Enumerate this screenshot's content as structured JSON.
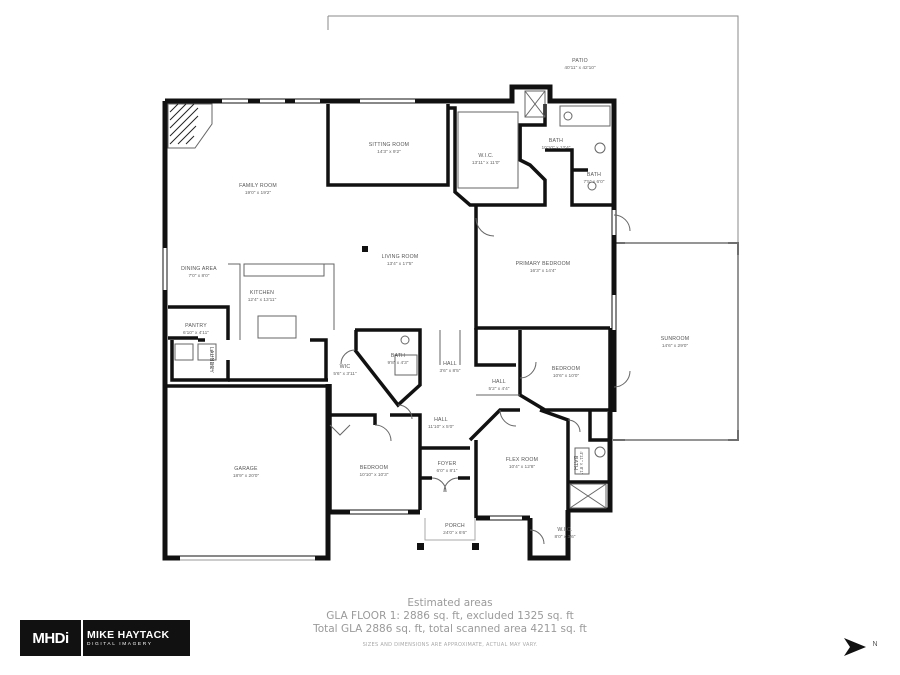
{
  "rooms": {
    "patio": {
      "name": "PATIO",
      "dim": "40'11\" x 42'10\""
    },
    "family_room": {
      "name": "FAMILY ROOM",
      "dim": "19'0\" x 19'2\""
    },
    "sitting_room": {
      "name": "SITTING ROOM",
      "dim": "14'3\" x 9'2\""
    },
    "wic_primary": {
      "name": "W.I.C.",
      "dim": "13'11\" x 11'0\""
    },
    "bath_primary": {
      "name": "BATH",
      "dim": "10'10\" x 12'4\""
    },
    "bath_small": {
      "name": "BATH",
      "dim": "7'5\" x 6'0\""
    },
    "dining_area": {
      "name": "DINING AREA",
      "dim": "7'0\" x 8'0\""
    },
    "living_room": {
      "name": "LIVING ROOM",
      "dim": "13'4\" x 17'5\""
    },
    "primary_bed": {
      "name": "PRIMARY BEDROOM",
      "dim": "16'3\" x 14'4\""
    },
    "kitchen": {
      "name": "KITCHEN",
      "dim": "12'4\" x 13'11\""
    },
    "sunroom": {
      "name": "SUNROOM",
      "dim": "14'6\" x 29'0\""
    },
    "pantry": {
      "name": "PANTRY",
      "dim": "6'10\" x 4'11\""
    },
    "laundry": {
      "name": "LAUNDRY",
      "dim": "5'7\" x 6'1\""
    },
    "bath_hall": {
      "name": "BATH",
      "dim": "9'8\" x 4'3\""
    },
    "wic_small": {
      "name": "WIC",
      "dim": "5'6\" x 3'11\""
    },
    "hall_1": {
      "name": "HALL",
      "dim": "3'6\" x 8'5\""
    },
    "hall_2": {
      "name": "HALL",
      "dim": "5'2\" x 4'4\""
    },
    "bedroom_1": {
      "name": "BEDROOM",
      "dim": "10'6\" x 10'0\""
    },
    "hall_3": {
      "name": "HALL",
      "dim": "11'10\" x 5'0\""
    },
    "garage": {
      "name": "GARAGE",
      "dim": "18'9\" x 20'0\""
    },
    "foyer": {
      "name": "FOYER",
      "dim": "6'0\" x 8'1\""
    },
    "bedroom_2": {
      "name": "BEDROOM",
      "dim": "10'10\" x 10'3\""
    },
    "flex_room": {
      "name": "FLEX ROOM",
      "dim": "10'4\" x 12'8\""
    },
    "bath_side": {
      "name": "BATH",
      "dim": "4'11\" x 8'1\""
    },
    "wic_bottom": {
      "name": "W.I.C.",
      "dim": "8'0\" x 3'6\""
    },
    "porch": {
      "name": "PORCH",
      "dim": "24'0\" x 6'6\""
    }
  },
  "areas": {
    "title": "Estimated areas",
    "line1": "GLA FLOOR 1: 2886 sq. ft, excluded 1325 sq. ft",
    "line2": "Total GLA 2886 sq. ft, total scanned area 4211 sq. ft",
    "disclaimer": "SIZES AND DIMENSIONS ARE APPROXIMATE, ACTUAL MAY VARY."
  },
  "logo": {
    "mark": "MHDi",
    "name": "MIKE HAYTACK",
    "subtitle": "DIGITAL IMAGERY"
  },
  "compass": {
    "label": "N"
  },
  "colors": {
    "wall": "#111111",
    "thin_line": "#7a7a7a",
    "text_gray": "#9a9a9a"
  }
}
